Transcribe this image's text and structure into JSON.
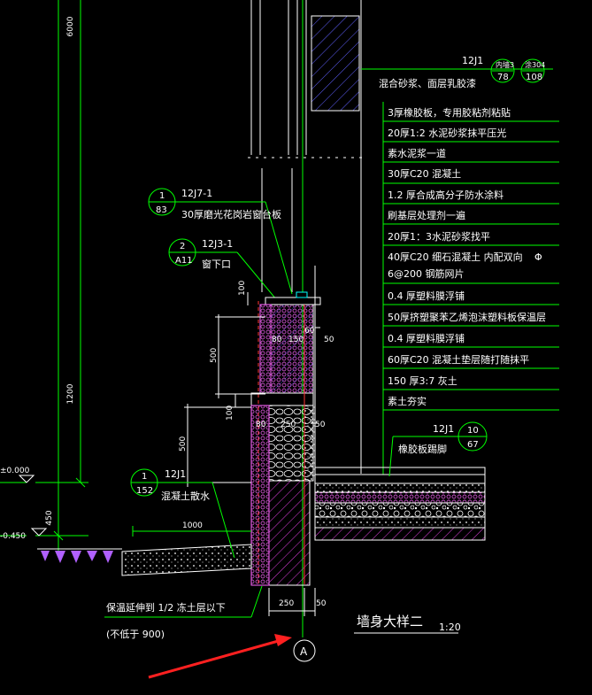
{
  "dims": {
    "d6000": "6000",
    "d1200": "1200",
    "d450": "450",
    "d100a": "100",
    "d500a": "500",
    "d100b": "100",
    "d500b": "500",
    "d80a": "80",
    "d150": "150",
    "d60": "60",
    "d50a": "50",
    "d80b": "80",
    "d250a": "250",
    "d50b": "50",
    "d1000": "1000",
    "d250b": "250",
    "d50c": "50"
  },
  "elevations": {
    "zero": "±0.000",
    "minus": "-0.450"
  },
  "top_ref": {
    "std": "12J1",
    "left_top": "内墙3",
    "left_bottom": "78",
    "right_top": "涂304",
    "right_bottom": "108",
    "text": "混合砂浆、面层乳胶漆"
  },
  "ref_8_3": {
    "num": "1",
    "sheet": "83",
    "std": "12J7-1",
    "text": "30厚磨光花岗岩窗台板"
  },
  "ref_a11": {
    "num": "2",
    "sheet": "A11",
    "std": "12J3-1",
    "text": "窗下口"
  },
  "ref_152": {
    "num": "1",
    "sheet": "152",
    "std": "12J1",
    "text": "混凝土散水"
  },
  "ref_67": {
    "num": "10",
    "sheet": "67",
    "std": "12J1",
    "text": "橡胶板踢脚"
  },
  "layers": [
    "3厚橡胶板，专用胶粘剂粘贴",
    "20厚1:2 水泥砂浆抹平压光",
    "素水泥浆一道",
    "30厚C20 混凝土",
    "1.2 厚合成高分子防水涂料",
    "刷基层处理剂一遍",
    "20厚1：3水泥砂浆找平",
    "40厚C20 细石混凝土 内配双向",
    "6@200 钢筋网片",
    "0.4 厚塑料膜浮铺",
    "50厚挤塑聚苯乙烯泡沫塑料板保温层",
    "0.4 厚塑料膜浮铺",
    "60厚C20 混凝土垫层随打随抹平",
    "150 厚3:7 灰土",
    "素土夯实"
  ],
  "phi": "Φ",
  "note_line1": "保温延伸到  1/2  冻土层以下",
  "note_line2": "(不低于 900)",
  "axis": "A",
  "title": "墙身大样二",
  "scale": "1:20"
}
